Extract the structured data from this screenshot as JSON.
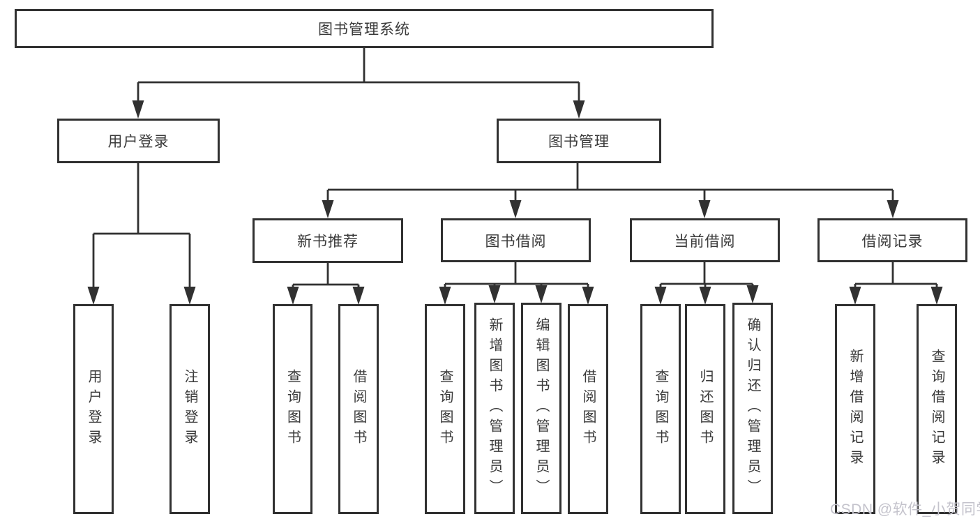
{
  "diagram": {
    "title": "图书管理系统"
  },
  "nodes": {
    "root": {
      "label": "图书管理系统",
      "level": 0
    },
    "user_login": {
      "label": "用户登录",
      "level": 1
    },
    "book_management": {
      "label": "图书管理",
      "level": 1
    },
    "new_book_recommend": {
      "label": "新书推荐",
      "level": 2
    },
    "book_borrowing": {
      "label": "图书借阅",
      "level": 2
    },
    "current_borrowing": {
      "label": "当前借阅",
      "level": 2
    },
    "borrowing_records": {
      "label": "借阅记录",
      "level": 2
    },
    "leaf_user_login": {
      "label": "用户登录",
      "level": 3
    },
    "leaf_logout": {
      "label": "注销登录",
      "level": 3
    },
    "leaf_nbr_query_books": {
      "label": "查询图书",
      "level": 3
    },
    "leaf_nbr_borrow_books": {
      "label": "借阅图书",
      "level": 3
    },
    "leaf_bb_query_books": {
      "label": "查询图书",
      "level": 3
    },
    "leaf_bb_add_books": {
      "label": "新增图书（管理员）",
      "level": 3
    },
    "leaf_bb_edit_books": {
      "label": "编辑图书（管理员）",
      "level": 3
    },
    "leaf_bb_borrow_books": {
      "label": "借阅图书",
      "level": 3
    },
    "leaf_cb_query_books": {
      "label": "查询图书",
      "level": 3
    },
    "leaf_cb_return_books": {
      "label": "归还图书",
      "level": 3
    },
    "leaf_cb_confirm_return": {
      "label": "确认归还（管理员）",
      "level": 3
    },
    "leaf_br_add_record": {
      "label": "新增借阅记录",
      "level": 3
    },
    "leaf_br_query_record": {
      "label": "查询借阅记录",
      "level": 3
    }
  },
  "structure": {
    "图书管理系统": {
      "用户登录": [
        "用户登录",
        "注销登录"
      ],
      "图书管理": {
        "新书推荐": [
          "查询图书",
          "借阅图书"
        ],
        "图书借阅": [
          "查询图书",
          "新增图书（管理员）",
          "编辑图书（管理员）",
          "借阅图书"
        ],
        "当前借阅": [
          "查询图书",
          "归还图书",
          "确认归还（管理员）"
        ],
        "借阅记录": [
          "新增借阅记录",
          "查询借阅记录"
        ]
      }
    }
  },
  "watermark": {
    "text": "CSDN @软件_小贺同学"
  },
  "colors": {
    "line": "#313131",
    "box_border": "#313131",
    "text": "#3a3a3a",
    "watermark": "#c4c3cc",
    "background": "#ffffff"
  }
}
